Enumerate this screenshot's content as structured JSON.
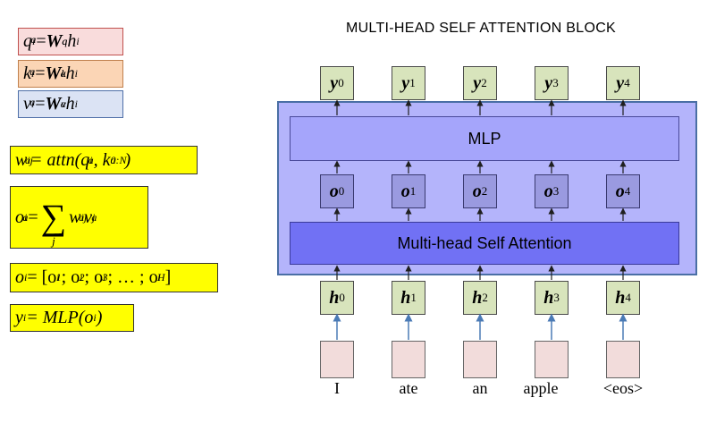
{
  "diagram_title": "MULTI-HEAD SELF ATTENTION BLOCK",
  "equations": {
    "q": {
      "lhs": "q",
      "sub": "i",
      "sup": "a",
      "eq": " = ",
      "mat": "W",
      "mat_sub": "q",
      "mat_sup": "a",
      "rhs": "h",
      "rhs_sub": "i"
    },
    "k": {
      "lhs": "k",
      "sub": "i",
      "sup": "a",
      "eq": " = ",
      "mat": "W",
      "mat_sub": "k",
      "mat_sup": "a",
      "rhs": "h",
      "rhs_sub": "i"
    },
    "v": {
      "lhs": "v",
      "sub": "i",
      "sup": "a",
      "eq": " = ",
      "mat": "W",
      "mat_sub": "v",
      "mat_sup": "a",
      "rhs": "h",
      "rhs_sub": "i"
    },
    "w": {
      "lhs": "w",
      "sub": "ij",
      "sup": "a",
      "rest": " = attn(q",
      "q_sub": "i",
      "q_sup": "a",
      "comma": ", k",
      "k_sub": "0:N",
      "k_sup": "a",
      "close": ")"
    },
    "o": {
      "lhs": "o",
      "sub": "i",
      "sup": "a",
      "eq": " = ",
      "sum": "∑",
      "sum_idx": "j",
      "term1": "w",
      "term1_sub": "ij",
      "term1_sup": "a",
      "term2": "v",
      "term2_sub": "j",
      "term2_sup": "a"
    },
    "oi": {
      "text": "o",
      "sub": "i",
      "mid": " = [o",
      "s1": "1",
      "t1": "; o",
      "s2": "2",
      "t2": "; o",
      "s3": "3",
      "t3": "; … ; o",
      "sH": "H",
      "end": "]",
      "isub": "i"
    },
    "y": {
      "text": "y",
      "sub": "i",
      "rest": " = MLP(o",
      "rsub": "i",
      "close": ")"
    }
  },
  "blocks": {
    "mlp_label": "MLP",
    "attention_label": "Multi-head Self Attention"
  },
  "outputs": [
    {
      "sym": "y",
      "idx": "0"
    },
    {
      "sym": "y",
      "idx": "1"
    },
    {
      "sym": "y",
      "idx": "2"
    },
    {
      "sym": "y",
      "idx": "3"
    },
    {
      "sym": "y",
      "idx": "4"
    }
  ],
  "intermediates": [
    {
      "sym": "o",
      "idx": "0"
    },
    {
      "sym": "o",
      "idx": "1"
    },
    {
      "sym": "o",
      "idx": "2"
    },
    {
      "sym": "o",
      "idx": "3"
    },
    {
      "sym": "o",
      "idx": "4"
    }
  ],
  "hidden": [
    {
      "sym": "h",
      "idx": "0"
    },
    {
      "sym": "h",
      "idx": "1"
    },
    {
      "sym": "h",
      "idx": "2"
    },
    {
      "sym": "h",
      "idx": "3"
    },
    {
      "sym": "h",
      "idx": "4"
    }
  ],
  "tokens": [
    "I",
    "ate",
    "an",
    "apple",
    "<eos>"
  ],
  "colors": {
    "block_bg": "#b4b4fb",
    "mlp": "#a5a5fb",
    "attention": "#7171f4",
    "node_green": "#d8e4bc",
    "node_purple": "#9a9ae0",
    "token_pink": "#f2dcdb",
    "eq_highlight": "#ffff00",
    "arrow": "#1f1f1f",
    "input_arrow": "#4a7ab5"
  }
}
